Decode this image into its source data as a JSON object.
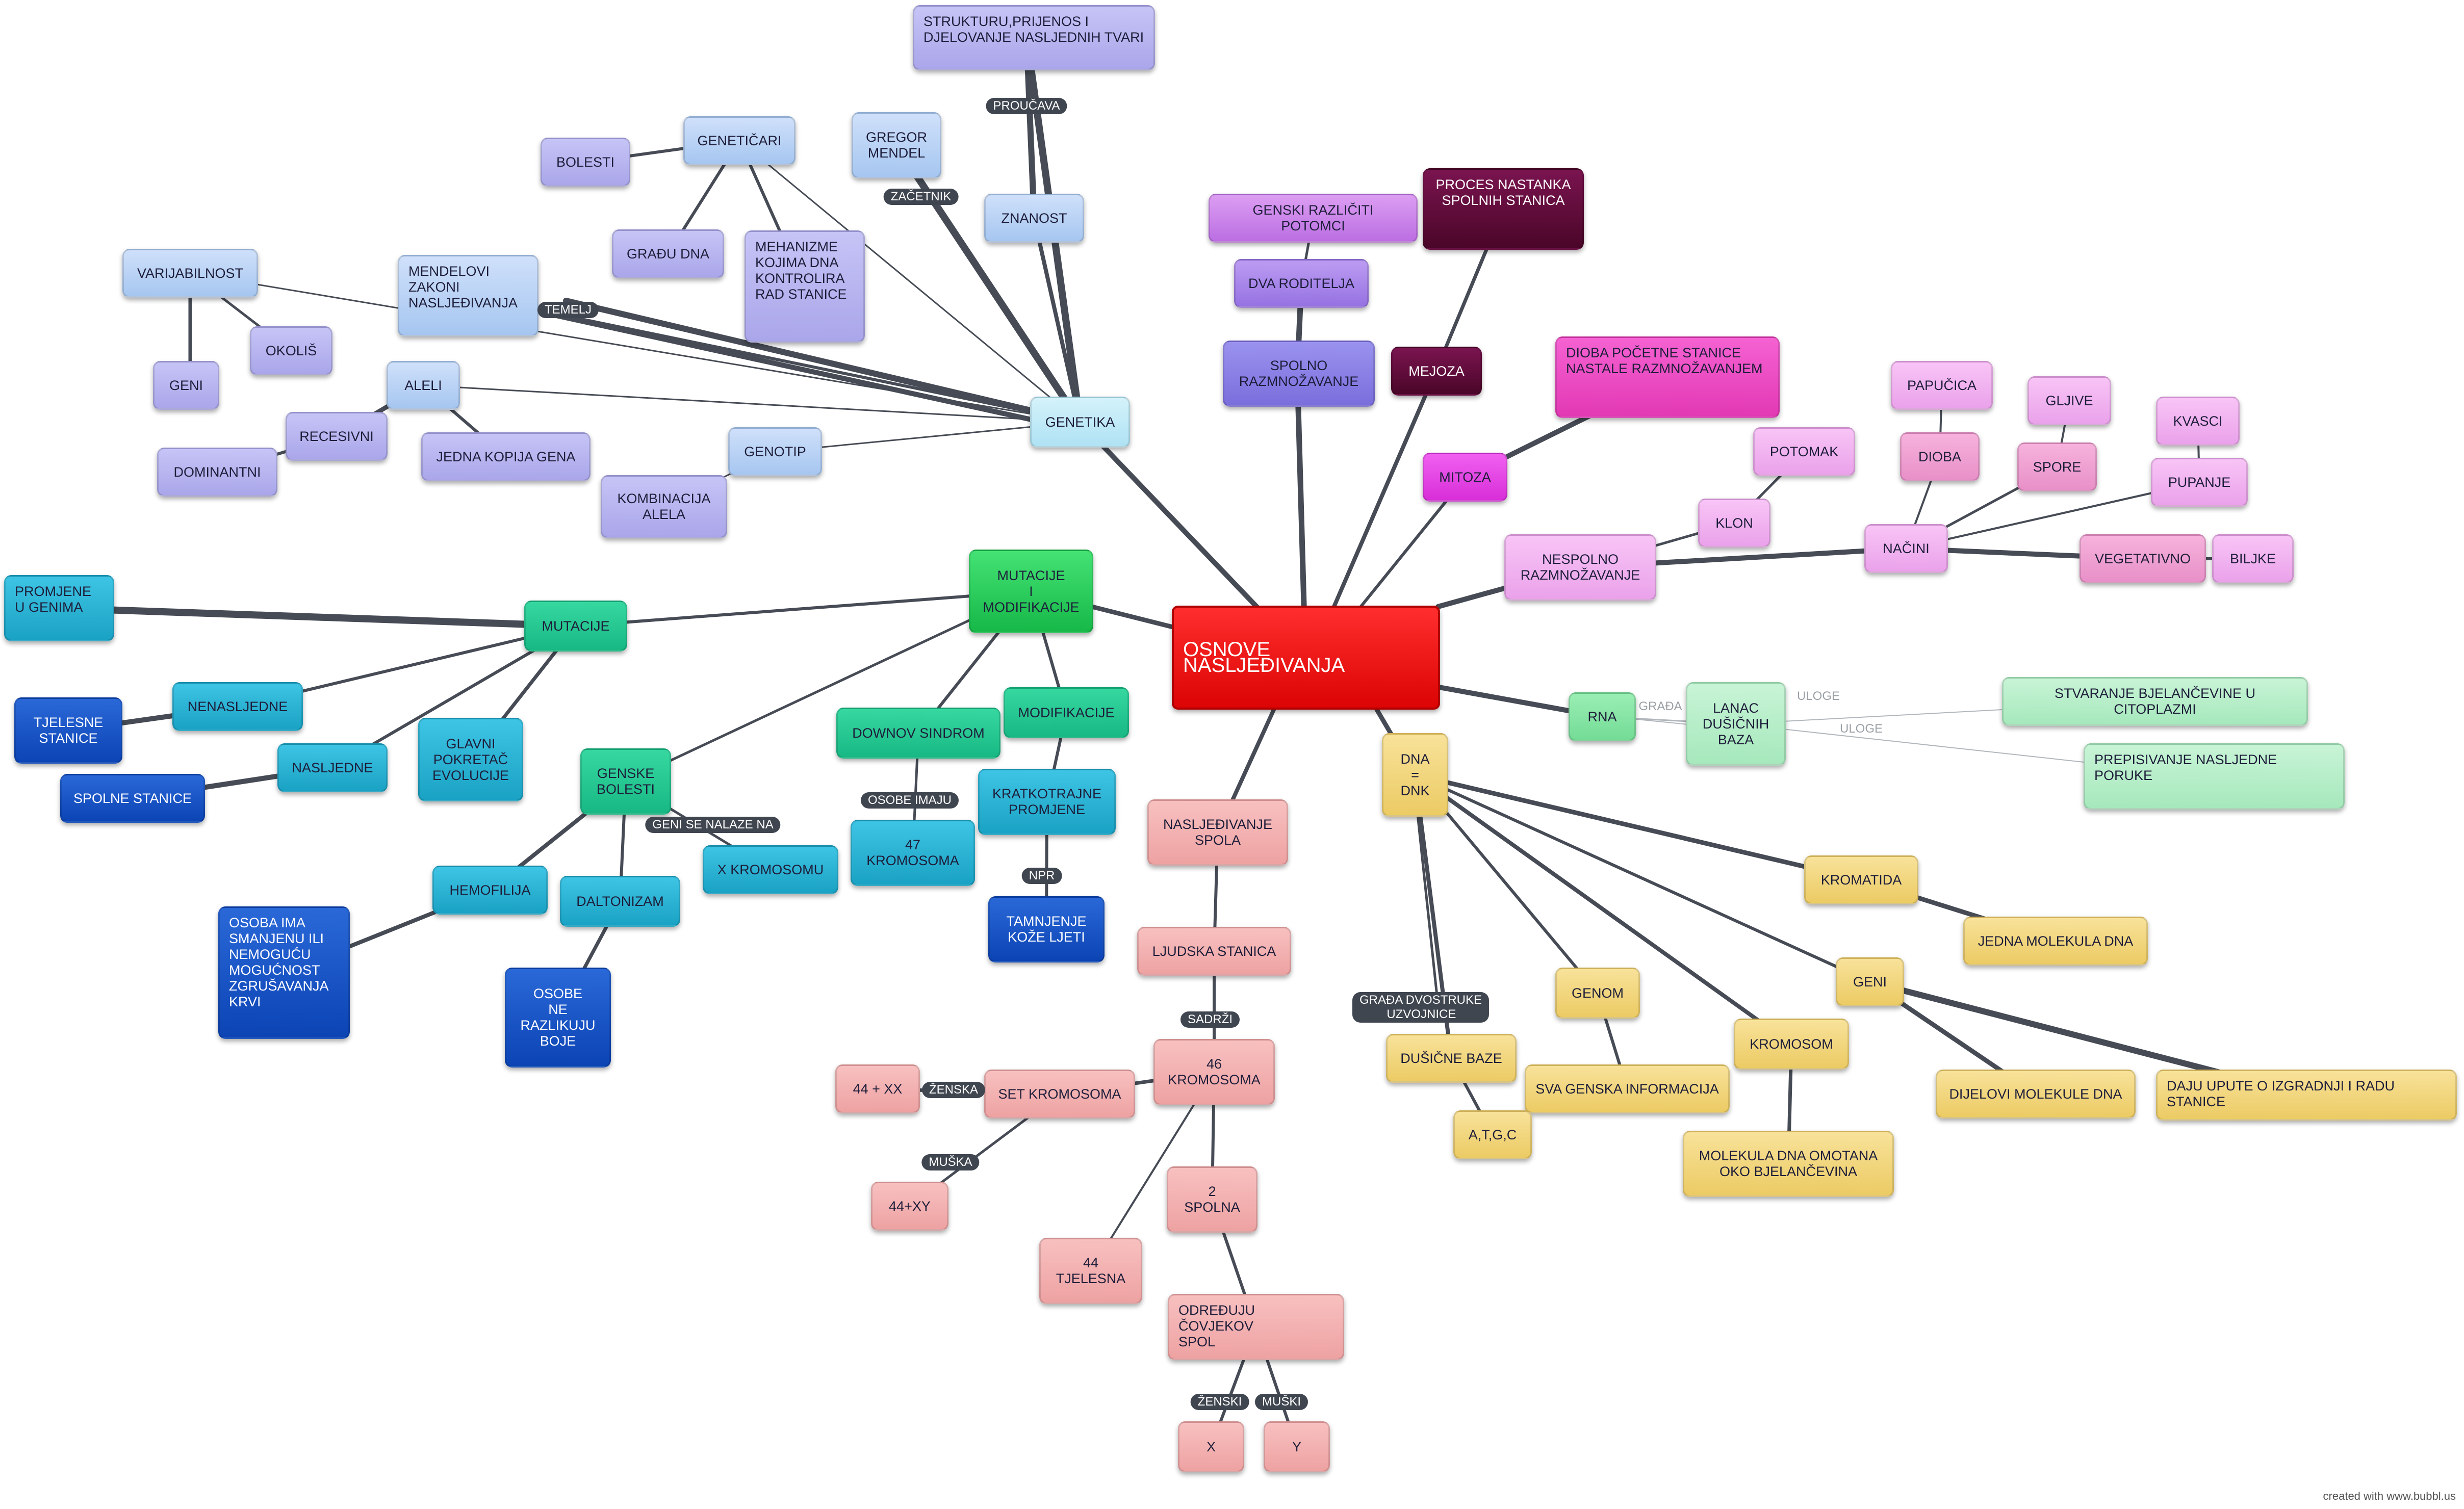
{
  "nodes": {
    "root": "OSNOVE NASLJEĐIVANJA",
    "genetika": "GENETIKA",
    "znanost": "ZNANOST",
    "strukturu": "STRUKTURU,PRIJENOS I\nDJELOVANJE NASLJEDNIH TVARI",
    "gregor": "GREGOR\nMENDEL",
    "geneticari": "GENETIČARI",
    "bolesti_g": "BOLESTI",
    "gradu_dna": "GRAĐU DNA",
    "mehanizme": "MEHANIZME\nKOJIMA DNA\nKONTROLIRA\nRAD STANICE",
    "mendelovi": "MENDELOVI\nZAKONI\nNASLJEĐIVANJA",
    "varijabilnost": "VARIJABILNOST",
    "okolis": "OKOLIŠ",
    "geni_v": "GENI",
    "aleli": "ALELI",
    "recesivni": "RECESIVNI",
    "dominantni": "DOMINANTNI",
    "jedna_kopija": "JEDNA KOPIJA GENA",
    "genotip": "GENOTIP",
    "kombinacija": "KOMBINACIJA\nALELA",
    "genski_razliciti": "GENSKI RAZLIČITI POTOMCI",
    "dva_roditelja": "DVA RODITELJA",
    "spolno": "SPOLNO\nRAZMNOŽAVANJE",
    "proces": "PROCES NASTANKA\nSPOLNIH STANICA",
    "mejoza": "MEJOZA",
    "dioba_pocetne": "DIOBA POČETNE STANICE\nNASTALE RAZMNOŽAVANJEM",
    "mitoza": "MITOZA",
    "nespolno": "NESPOLNO\nRAZMNOŽAVANJE",
    "klon": "KLON",
    "potomak": "POTOMAK",
    "nacini": "NAČINI",
    "papucica": "PAPUČICA",
    "dioba_n": "DIOBA",
    "gljive": "GLJIVE",
    "spore": "SPORE",
    "kvasci": "KVASCI",
    "pupanje": "PUPANJE",
    "vegetativno": "VEGETATIVNO",
    "biljke": "BILJKE",
    "rna": "RNA",
    "lanac": "LANAC\nDUŠIČNIH\nBAZA",
    "stvaranje": "STVARANJE BJELANČEVINE U CITOPLAZMI",
    "prepisivanje": "PREPISIVANJE NASLJEDNE\nPORUKE",
    "dna": "DNA\n=\nDNK",
    "kromatida": "KROMATIDA",
    "jedna_molekula": "JEDNA MOLEKULA DNA",
    "geni_d": "GENI",
    "dijelovi": "DIJELOVI MOLEKULE DNA",
    "daju_upute": "DAJU UPUTE O IZGRADNJI I RADU\nSTANICE",
    "kromosom": "KROMOSOM",
    "molekula_dna": "MOLEKULA DNA OMOTANA\nOKO  BJELANČEVINA",
    "genom": "GENOM",
    "sva_genska": "SVA GENSKA INFORMACIJA",
    "dusicne": "DUŠIČNE BAZE",
    "atgc": "A,T,G,C",
    "nasljedjivanje_spola": "NASLJEĐIVANJE\nSPOLA",
    "ljudska": "LJUDSKA STANICA",
    "k46": "46\nKROMOSOMA",
    "set": "SET KROMOSOMA",
    "xx": "44 + XX",
    "xy": "44+XY",
    "t44": "44\nTJELESNA",
    "s2": "2\nSPOLNA",
    "odredjuju": "ODREĐUJU\nČOVJEKOV\n            SPOL",
    "x": "X",
    "y": "Y",
    "mutmod": "MUTACIJE\nI\nMODIFIKACIJE",
    "mutacije": "MUTACIJE",
    "promjene": "PROMJENE\nU GENIMA",
    "nenasljedne": "NENASLJEDNE",
    "tjelesne": "TJELESNE\nSTANICE",
    "nasljedne": "NASLJEDNE",
    "spolne": "SPOLNE STANICE",
    "glavni": "GLAVNI\nPOKRETAČ\nEVOLUCIJE",
    "genske_bolesti": "GENSKE\nBOLESTI",
    "x_kromosomu": "X KROMOSOMU",
    "hemofilija": "HEMOFILIJA",
    "osoba_ima": "OSOBA IMA\nSMANJENU ILI\nNEMOGUĆU\nMOGUĆNOST\nZGRUŠAVANJA\nKRVI",
    "daltonizam": "DALTONIZAM",
    "osobe_ne": "OSOBE\nNE\nRAZLIKUJU\nBOJE",
    "downov": "DOWNOV SINDROM",
    "k47": "47\nKROMOSOMA",
    "modifikacije": "MODIFIKACIJE",
    "kratkotrajne": "KRATKOTRAJNE\nPROMJENE",
    "tamnjenje": "TAMNJENJE\nKOŽE LJETI"
  },
  "labels": {
    "proucava": "PROUČAVA",
    "zacetnik": "ZAČETNIK",
    "temelj": "TEMELJ",
    "gradja": "GRAĐA",
    "uloge1": "ULOGE",
    "uloge2": "ULOGE",
    "gradja_dvostruke": "GRAĐA DVOSTRUKE\n        UZVOJNICE",
    "sadrzi": "SADRŽI",
    "zenska": "ŽENSKA",
    "muska": "MUŠKA",
    "zenski": "ŽENSKI",
    "muski": "MUŠKI",
    "geni_se_nalaze": "GENI SE NALAZE NA",
    "osobe_imaju": "OSOBE IMAJU",
    "npr": "NPR"
  },
  "colors": {
    "edge": "#464b55",
    "root": "#e81313",
    "genetics_blue": "#a8c8f0",
    "genetics_lilac": "#b3b0ee",
    "cyan": "#bfeaf6",
    "violet": "#c87de6",
    "violet_dark": "#7a73dc",
    "plum": "#5a0a35",
    "magenta": "#ee3fe0",
    "pink": "#f09bee",
    "orchid": "#f2b6f0",
    "mint": "#a8ecc0",
    "yellow": "#f5dc8c",
    "salmon": "#f4aaaa",
    "green": "#22cc55",
    "teal": "#22aacc",
    "navy": "#1144bb",
    "aqua_green": "#22c8a0"
  },
  "footer": "created with www.bubbl.us"
}
